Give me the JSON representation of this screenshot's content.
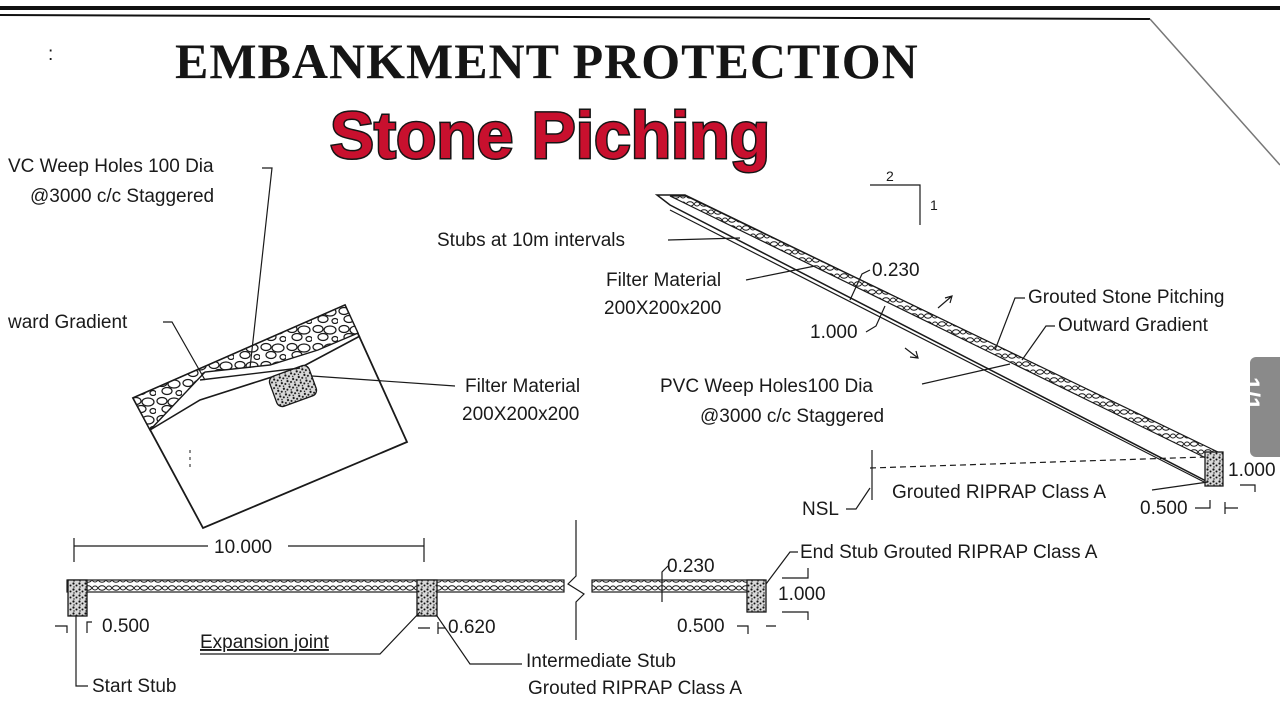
{
  "title": "EMBANKMENT PROTECTION",
  "subtitle": "Stone Piching",
  "page_tab": "1/1",
  "colors": {
    "subtitle_fill": "#c8102e",
    "ink": "#1a1a1a",
    "tab": "#8a8a8a"
  },
  "section_detail": {
    "weep_holes_line1": "VC Weep Holes 100 Dia",
    "weep_holes_line2": "@3000 c/c Staggered",
    "gradient": "ward Gradient",
    "filter_line1": "Filter Material",
    "filter_line2": "200X200x200"
  },
  "slope_view": {
    "stubs": "Stubs at 10m intervals",
    "filter_line1": "Filter Material",
    "filter_line2": "200X200x200",
    "thickness": "0.230",
    "depth": "1.000",
    "grouted_pitching": "Grouted Stone Pitching",
    "outward_gradient": "Outward Gradient",
    "weep_holes_line1": "PVC Weep Holes100 Dia",
    "weep_holes_line2": "@3000 c/c Staggered",
    "ratio_h": "2",
    "ratio_v": "1",
    "riprap": "Grouted RIPRAP Class A",
    "nsl": "NSL",
    "toe_depth": "1.000",
    "toe_width": "0.500"
  },
  "longitudinal": {
    "span": "10.000",
    "start_width": "0.500",
    "expansion_joint": "Expansion joint",
    "joint_width": "0.620",
    "start_stub": "Start Stub",
    "intermediate_line1": "Intermediate Stub",
    "intermediate_line2": "Grouted RIPRAP Class A",
    "thickness": "0.230",
    "end_stub": "End Stub Grouted RIPRAP Class A",
    "end_depth": "1.000",
    "end_width": "0.500"
  }
}
